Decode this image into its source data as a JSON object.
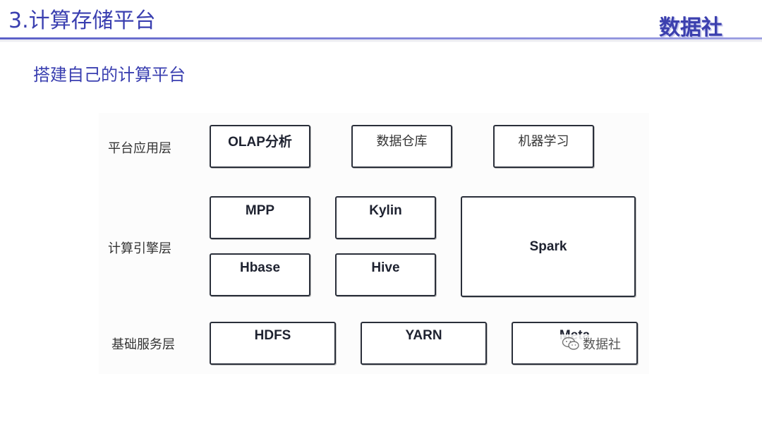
{
  "header": {
    "title": "3.计算存储平台",
    "brand": "数据社"
  },
  "subtitle": "搭建自己的计算平台",
  "diagram": {
    "layers": [
      {
        "label": "平台应用层"
      },
      {
        "label": "计算引擎层"
      },
      {
        "label": "基础服务层"
      }
    ],
    "boxes": {
      "olap": "OLAP分析",
      "dw": "数据仓库",
      "ml": "机器学习",
      "mpp": "MPP",
      "kylin": "Kylin",
      "spark": "Spark",
      "hbase": "Hbase",
      "hive": "Hive",
      "hdfs": "HDFS",
      "yarn": "YARN",
      "meta": "Meta"
    }
  },
  "watermark": {
    "icon": "wechat-icon",
    "text": "数据社"
  },
  "colors": {
    "title": "#3a3fb0",
    "rule": "#5a5fc7",
    "box_border": "#2a2f3a"
  }
}
